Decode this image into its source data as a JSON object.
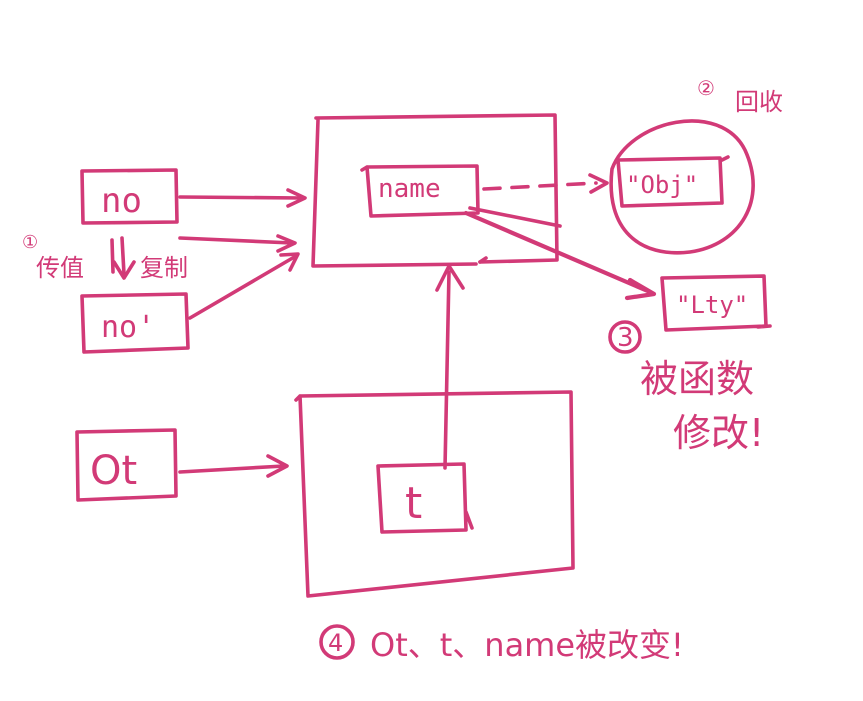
{
  "colors": {
    "ink": "#d23a77",
    "background": "#ffffff"
  },
  "boxes": {
    "no": "no",
    "no_copy": "no'",
    "ot": "Ot",
    "name": "name",
    "t": "t",
    "obj": "\"Obj\"",
    "lty": "\"Lty\""
  },
  "notes": {
    "note1_number": "①",
    "note1_text": "传值",
    "note1_copy": "复制",
    "note2_number": "②",
    "note2_text": "回收",
    "note3_number": "③",
    "note3_line1": "被函数",
    "note3_line2": "修改!",
    "note4_number": "④",
    "note4_text": "Ot、t、name被改变!"
  }
}
